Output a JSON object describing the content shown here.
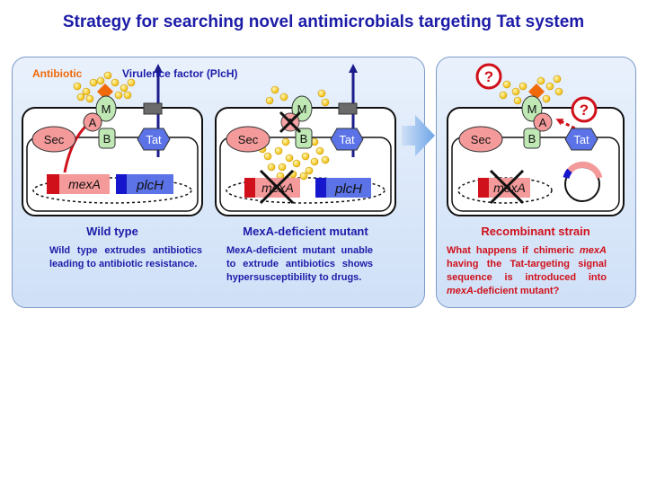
{
  "title": "Strategy for searching novel antimicrobials targeting Tat system",
  "labels": {
    "antibiotic": "Antibiotic",
    "virulence": "Virulence factor (PlcH)"
  },
  "proteins": {
    "sec": "Sec",
    "tat": "Tat",
    "m": "M",
    "a": "A",
    "b": "B"
  },
  "genes": {
    "mexA": "mexA",
    "plcH": "plcH"
  },
  "panels": [
    {
      "name": "Wild type",
      "description": "Wild type extrudes antibiotics leading to antibiotic resistance."
    },
    {
      "name": "MexA-deficient mutant",
      "description": "MexA-deficient mutant unable to extrude antibiotics shows hypersusceptibility to drugs."
    },
    {
      "name": "Recombinant strain",
      "description_parts": [
        "What happens if chimeric ",
        "mexA",
        " having the Tat-targeting signal sequence is introduced into ",
        "mexA",
        "-deficient mutant?"
      ]
    }
  ],
  "question_mark": "?",
  "colors": {
    "title": "#1c1ca8",
    "sec_fill": "#f49a9a",
    "tat_fill": "#5b73e6",
    "green": "#bfe8b5",
    "antibiotic": "#f5c400",
    "red": "#d0101a",
    "blue_bar": "#1616cc",
    "orange_label": "#f06a0a"
  }
}
